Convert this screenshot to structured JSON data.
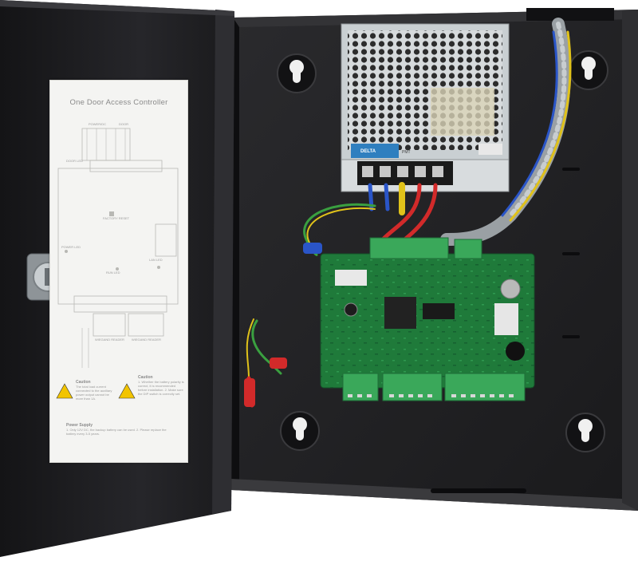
{
  "label": {
    "title": "One Door Access Controller",
    "power_label": "POWER/DC",
    "door_label": "DOOR",
    "door_led": "DOOR LED",
    "factory_reset": "FACTORY RESET",
    "power_led": "POWER LED",
    "run_led": "RUN LED",
    "lan_led": "LAN LED",
    "reader_in": "WIEGAND READER",
    "reader_out": "WIEGAND READER",
    "caution1_title": "Caution",
    "caution1_text": "The total load current connected to the auxiliary power output cannot be more than 1A.",
    "caution2_title": "Caution",
    "caution2_text": "1. Whether the battery polarity is correct, it is recommended before installation. 2. Make sure the DIP switch is correctly set.",
    "power_supply_title": "Power Supply",
    "power_supply_text": "1. Only 12V DC, the backup battery can be used. 2. Please replace the battery every 3-5 years."
  },
  "psu": {
    "brand": "DELTA",
    "model": "PMT"
  },
  "colors": {
    "cabinet": "#1c1c1e",
    "pcb": "#1f7a3a",
    "terminal": "#3aa85a",
    "psu_metal": "#c9cfd2",
    "wire_blue": "#2a55c8",
    "wire_red": "#d22a2a",
    "wire_yellow": "#e0c21a",
    "wire_green": "#3aa040"
  }
}
